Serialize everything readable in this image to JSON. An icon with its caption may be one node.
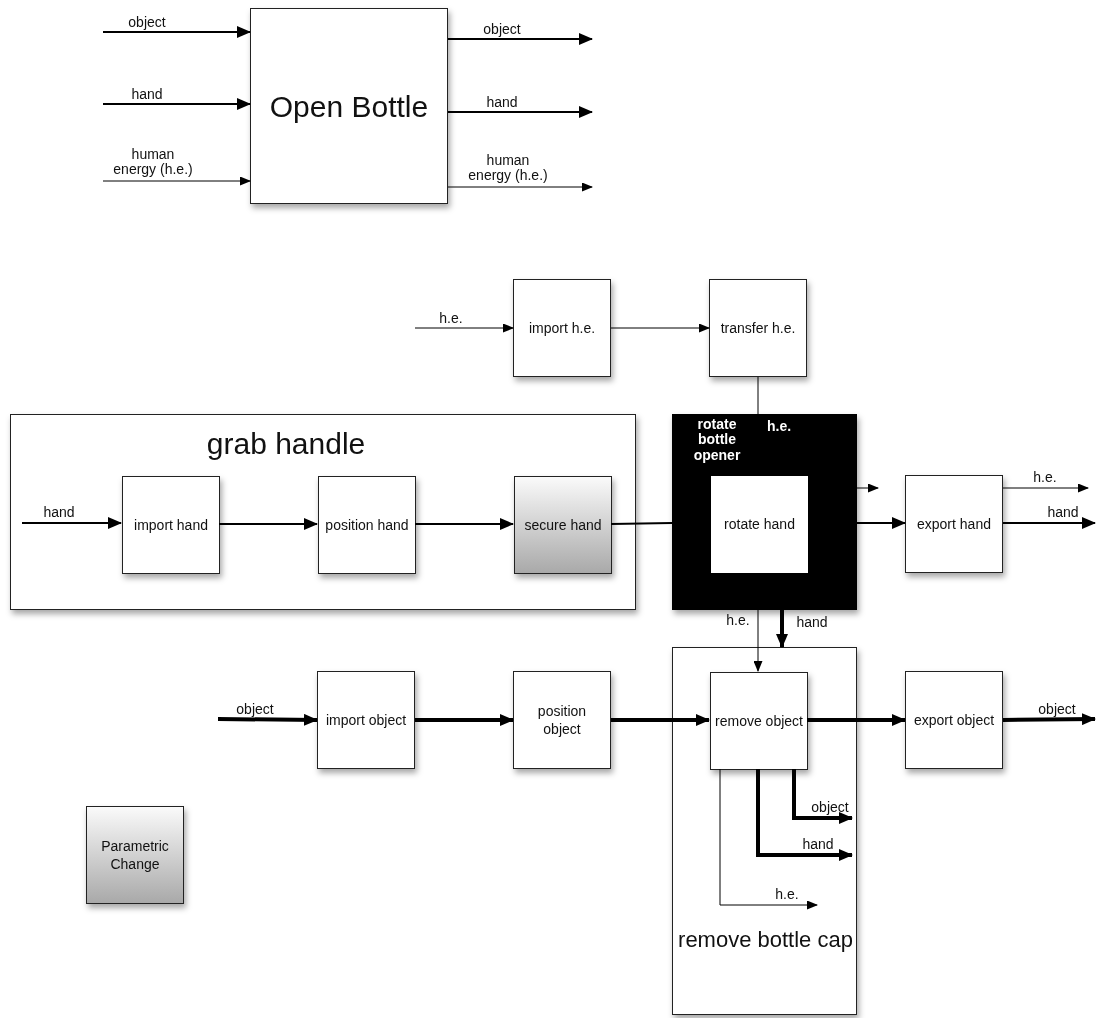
{
  "diagram": {
    "nodes": [
      {
        "text": [
          "Open Bottle"
        ]
      },
      {
        "text": [
          "import h.e."
        ]
      },
      {
        "text": [
          "transfer h.e."
        ]
      },
      {
        "text": [
          "grab handle"
        ]
      },
      {
        "text": [
          "import hand"
        ],
        "in": 3
      },
      {
        "text": [
          "position hand"
        ],
        "in": 3
      },
      {
        "text": [
          "secure hand"
        ],
        "in": 3
      },
      {
        "text": [
          "rotate bottle opener",
          "h.e."
        ]
      },
      {
        "text": [
          "rotate hand"
        ],
        "in": 7
      },
      {
        "text": [
          "export hand"
        ]
      },
      {
        "text": [
          "import object"
        ]
      },
      {
        "text": [
          "position object"
        ]
      },
      {
        "text": [
          "remove bottle cap"
        ]
      },
      {
        "text": [
          "remove object"
        ],
        "in": 12
      },
      {
        "text": [
          "export object"
        ]
      },
      {
        "text": [
          "Parametric Change"
        ]
      }
    ],
    "edges": [
      {
        "from": null,
        "to": 0,
        "arrow": "to",
        "label": "object"
      },
      {
        "from": null,
        "to": 0,
        "arrow": "to",
        "label": "hand"
      },
      {
        "from": null,
        "to": 0,
        "arrow": "to",
        "label": "human energy (h.e.)"
      },
      {
        "from": 0,
        "to": null,
        "arrow": "to",
        "label": "object"
      },
      {
        "from": 0,
        "to": null,
        "arrow": "to",
        "label": "hand"
      },
      {
        "from": 0,
        "to": null,
        "arrow": "to",
        "label": "human energy (h.e.)"
      },
      {
        "from": null,
        "to": 1,
        "arrow": "to",
        "label": "h.e."
      },
      {
        "from": 1,
        "to": 2,
        "arrow": "to"
      },
      {
        "from": 2,
        "to": 7,
        "arrow": "none"
      },
      {
        "from": null,
        "to": 4,
        "arrow": "to",
        "label": "hand"
      },
      {
        "from": 4,
        "to": 5,
        "arrow": "to"
      },
      {
        "from": 5,
        "to": 6,
        "arrow": "to"
      },
      {
        "from": 6,
        "to": 7,
        "arrow": "none"
      },
      {
        "from": 7,
        "to": null,
        "arrow": "to"
      },
      {
        "from": 7,
        "to": 9,
        "arrow": "to"
      },
      {
        "from": 9,
        "to": null,
        "arrow": "to",
        "label": "h.e."
      },
      {
        "from": 9,
        "to": null,
        "arrow": "to",
        "label": "hand"
      },
      {
        "from": 7,
        "to": 13,
        "arrow": "to",
        "label": "h.e."
      },
      {
        "from": 7,
        "to": 12,
        "arrow": "to",
        "label": "hand",
        "style": "thick"
      },
      {
        "from": null,
        "to": 10,
        "arrow": "to",
        "label": "object",
        "style": "thick"
      },
      {
        "from": 10,
        "to": 11,
        "arrow": "to",
        "style": "thick"
      },
      {
        "from": 11,
        "to": 13,
        "arrow": "to",
        "style": "thick"
      },
      {
        "from": 13,
        "to": 14,
        "arrow": "to",
        "style": "thick"
      },
      {
        "from": 14,
        "to": null,
        "arrow": "to",
        "label": "object",
        "style": "thick"
      },
      {
        "from": 13,
        "to": null,
        "arrow": "to",
        "label": "object",
        "style": "thick"
      },
      {
        "from": 13,
        "to": null,
        "arrow": "to",
        "label": "hand",
        "style": "thick"
      },
      {
        "from": 13,
        "to": null,
        "arrow": "to",
        "label": "h.e."
      }
    ]
  }
}
